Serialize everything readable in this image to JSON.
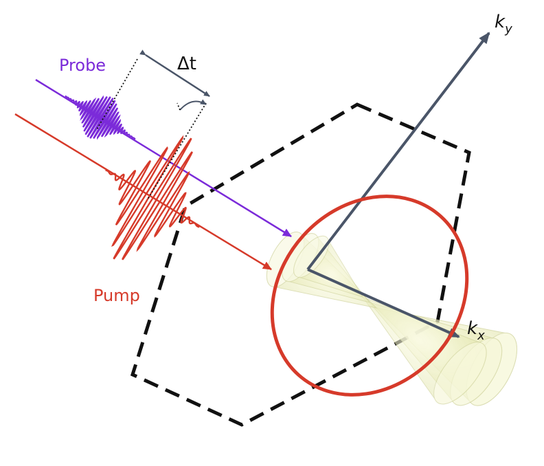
{
  "labels": {
    "probe": "Probe",
    "pump": "Pump",
    "delay": "Δt",
    "ky_base": "k",
    "ky_sub": "y",
    "kx_base": "k",
    "kx_sub": "x"
  },
  "colors": {
    "probe": "#7b2bd9",
    "pump": "#d63a2a",
    "axis": "#4a5568",
    "hexagon": "#111111",
    "ring": "#d63a2a",
    "cone_fill": "#eef0c4",
    "cone_edge": "#c9cc8a"
  }
}
